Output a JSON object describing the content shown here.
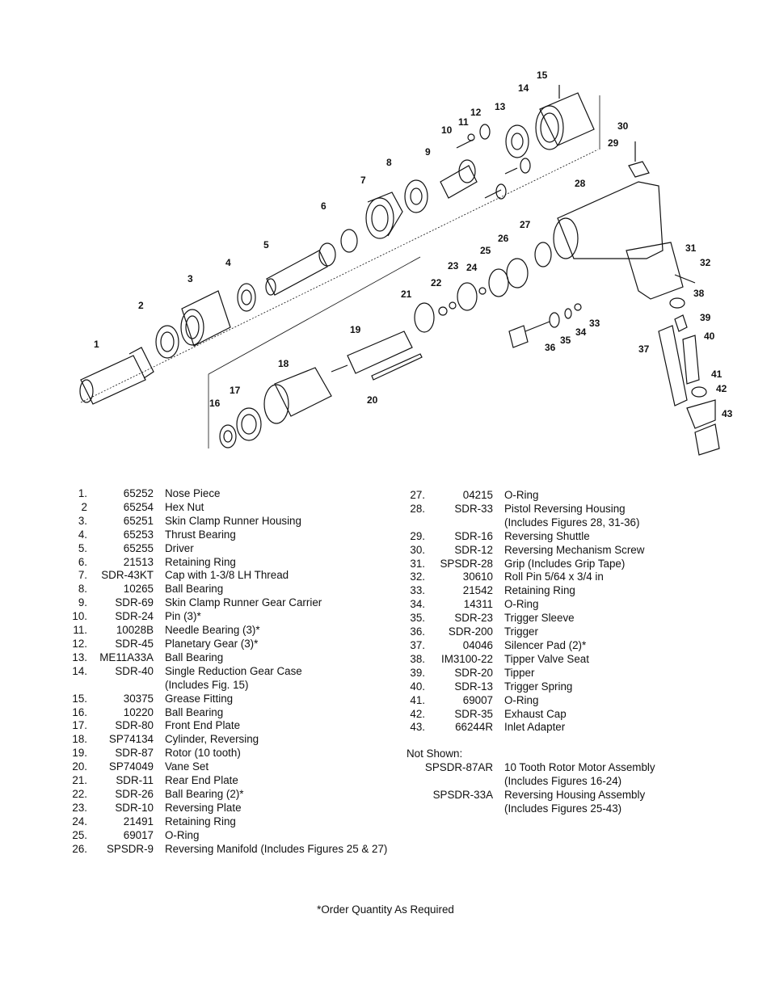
{
  "callouts": [
    "1",
    "2",
    "3",
    "4",
    "5",
    "6",
    "7",
    "8",
    "9",
    "10",
    "11",
    "12",
    "13",
    "14",
    "15",
    "16",
    "17",
    "18",
    "19",
    "20",
    "21",
    "22",
    "23",
    "24",
    "25",
    "26",
    "27",
    "28",
    "29",
    "30",
    "31",
    "32",
    "33",
    "34",
    "35",
    "36",
    "37",
    "38",
    "39",
    "40",
    "41",
    "42",
    "43"
  ],
  "parts_left": [
    {
      "num": "1.",
      "pn": "65252",
      "desc": "Nose Piece"
    },
    {
      "num": "2",
      "pn": "65254",
      "desc": "Hex Nut"
    },
    {
      "num": "3.",
      "pn": "65251",
      "desc": "Skin Clamp Runner Housing"
    },
    {
      "num": "4.",
      "pn": "65253",
      "desc": "Thrust Bearing"
    },
    {
      "num": "5.",
      "pn": "65255",
      "desc": "Driver"
    },
    {
      "num": "6.",
      "pn": "21513",
      "desc": "Retaining Ring"
    },
    {
      "num": "7.",
      "pn": "SDR-43KT",
      "desc": "Cap with 1-3/8 LH Thread"
    },
    {
      "num": "8.",
      "pn": "10265",
      "desc": "Ball Bearing"
    },
    {
      "num": "9.",
      "pn": "SDR-69",
      "desc": "Skin Clamp Runner Gear Carrier"
    },
    {
      "num": "10.",
      "pn": "SDR-24",
      "desc": "Pin (3)*"
    },
    {
      "num": "11.",
      "pn": "10028B",
      "desc": "Needle Bearing (3)*"
    },
    {
      "num": "12.",
      "pn": "SDR-45",
      "desc": "Planetary Gear (3)*"
    },
    {
      "num": "13.",
      "pn": "ME11A33A",
      "desc": "Ball Bearing"
    },
    {
      "num": "14.",
      "pn": "SDR-40",
      "desc": "Single Reduction Gear Case"
    },
    {
      "num": "",
      "pn": "",
      "desc": "(Includes Fig. 15)"
    },
    {
      "num": "15.",
      "pn": "30375",
      "desc": "Grease Fitting"
    },
    {
      "num": "16.",
      "pn": "10220",
      "desc": "Ball Bearing"
    },
    {
      "num": "17.",
      "pn": "SDR-80",
      "desc": "Front End Plate"
    },
    {
      "num": "18.",
      "pn": "SP74134",
      "desc": "Cylinder, Reversing"
    },
    {
      "num": "19.",
      "pn": "SDR-87",
      "desc": "Rotor (10 tooth)"
    },
    {
      "num": "20.",
      "pn": "SP74049",
      "desc": "Vane Set"
    },
    {
      "num": "21.",
      "pn": "SDR-11",
      "desc": "Rear End Plate"
    },
    {
      "num": "22.",
      "pn": "SDR-26",
      "desc": "Ball Bearing (2)*"
    },
    {
      "num": "23.",
      "pn": "SDR-10",
      "desc": "Reversing Plate"
    },
    {
      "num": "24.",
      "pn": "21491",
      "desc": "Retaining Ring"
    },
    {
      "num": "25.",
      "pn": "69017",
      "desc": "O-Ring"
    },
    {
      "num": "26.",
      "pn": "SPSDR-9",
      "desc": "Reversing Manifold (Includes Figures 25 & 27)"
    }
  ],
  "parts_right": [
    {
      "num": "27.",
      "pn": "04215",
      "desc": "O-Ring"
    },
    {
      "num": "28.",
      "pn": "SDR-33",
      "desc": "Pistol Reversing Housing"
    },
    {
      "num": "",
      "pn": "",
      "desc": "(Includes Figures 28, 31-36)"
    },
    {
      "num": "29.",
      "pn": "SDR-16",
      "desc": "Reversing Shuttle"
    },
    {
      "num": "30.",
      "pn": "SDR-12",
      "desc": "Reversing Mechanism Screw"
    },
    {
      "num": "31.",
      "pn": "SPSDR-28",
      "desc": "Grip (Includes Grip Tape)"
    },
    {
      "num": "32.",
      "pn": "30610",
      "desc": "Roll Pin 5/64 x 3/4 in"
    },
    {
      "num": "33.",
      "pn": "21542",
      "desc": "Retaining Ring"
    },
    {
      "num": "34.",
      "pn": "14311",
      "desc": "O-Ring"
    },
    {
      "num": "35.",
      "pn": "SDR-23",
      "desc": "Trigger Sleeve"
    },
    {
      "num": "36.",
      "pn": "SDR-200",
      "desc": "Trigger"
    },
    {
      "num": "37.",
      "pn": "04046",
      "desc": "Silencer Pad (2)*"
    },
    {
      "num": "38.",
      "pn": "IM3100-22",
      "desc": "Tipper Valve Seat"
    },
    {
      "num": "39.",
      "pn": "SDR-20",
      "desc": "Tipper"
    },
    {
      "num": "40.",
      "pn": "SDR-13",
      "desc": "Trigger Spring"
    },
    {
      "num": "41.",
      "pn": "69007",
      "desc": "O-Ring"
    },
    {
      "num": "42.",
      "pn": "SDR-35",
      "desc": "Exhaust Cap"
    },
    {
      "num": "43.",
      "pn": "66244R",
      "desc": "Inlet Adapter"
    }
  ],
  "not_shown": {
    "heading": "Not Shown:",
    "rows": [
      {
        "pn": "SPSDR-87AR",
        "desc": "10 Tooth Rotor Motor Assembly"
      },
      {
        "pn": "",
        "desc": "(Includes Figures 16-24)"
      },
      {
        "pn": "SPSDR-33A",
        "desc": " Reversing Housing Assembly"
      },
      {
        "pn": "",
        "desc": "(Includes Figures 25-43)"
      }
    ]
  },
  "footnote": "*Order Quantity As Required"
}
